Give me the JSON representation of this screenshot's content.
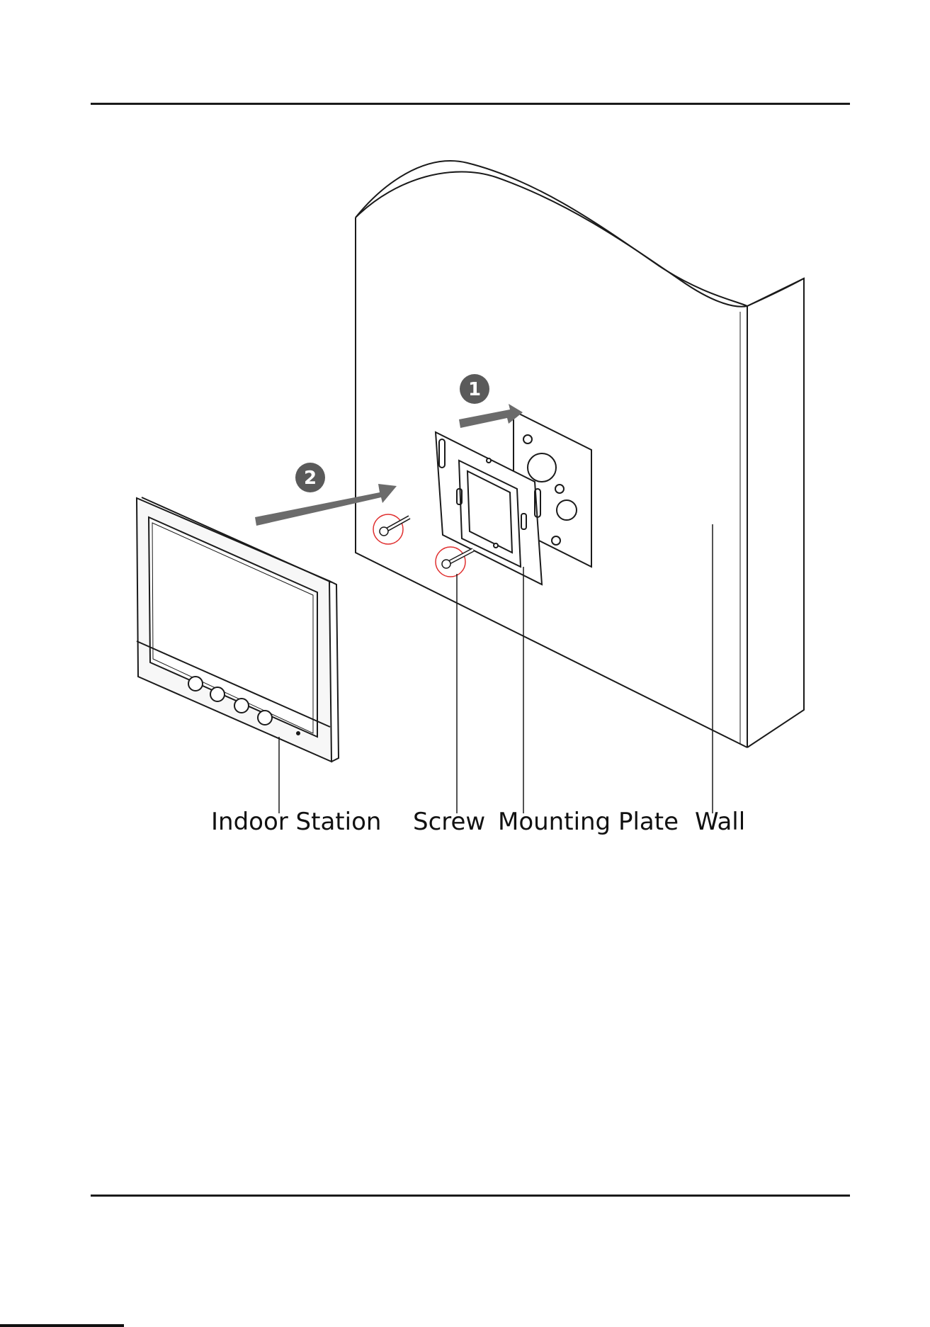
{
  "labels": {
    "indoor_station": "Indoor Station",
    "screw": "Screw",
    "mounting_plate": "Mounting Plate",
    "wall": "Wall"
  },
  "steps": {
    "step1": "1",
    "step2": "2"
  },
  "colors": {
    "line": "#1a1a1a",
    "arrow": "#6b6b6b",
    "step_badge": "#5a5a5a",
    "screw_circle": "#e03030"
  }
}
